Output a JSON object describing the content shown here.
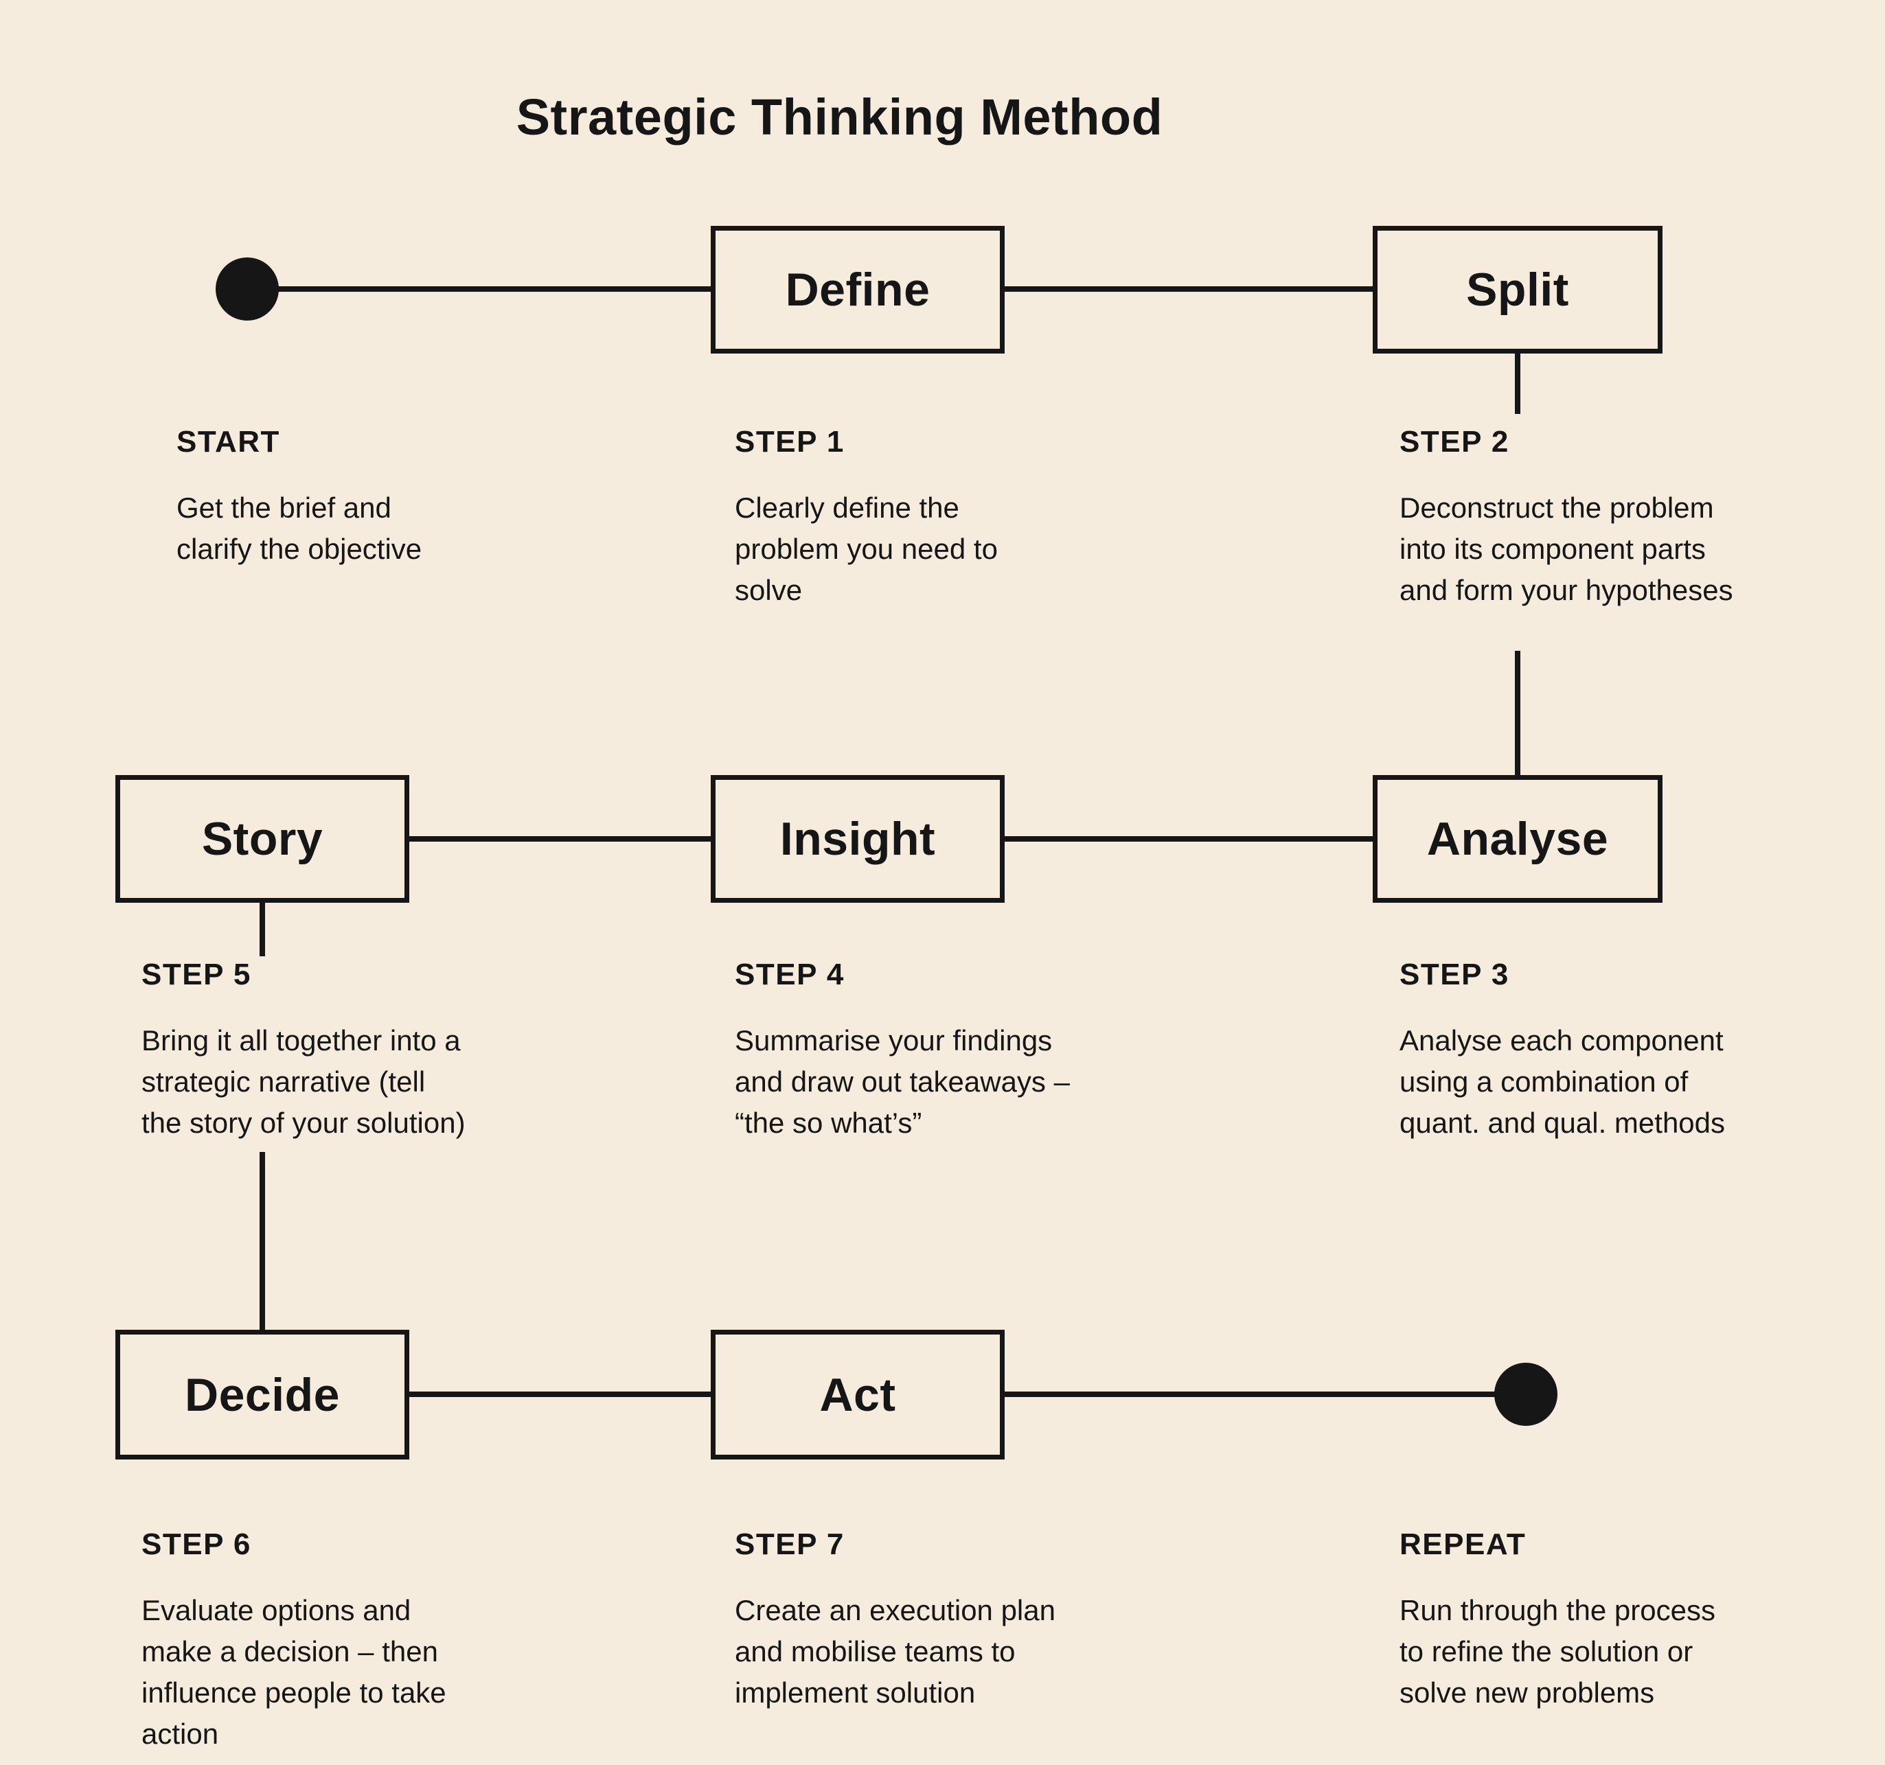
{
  "title": "Strategic Thinking Method",
  "colors": {
    "background": "#f6ecdd",
    "ink": "#161616"
  },
  "nodes": {
    "define": "Define",
    "split": "Split",
    "story": "Story",
    "insight": "Insight",
    "analyse": "Analyse",
    "decide": "Decide",
    "act": "Act"
  },
  "steps": {
    "start": {
      "heading": "START",
      "description": "Get the brief and\nclarify the objective"
    },
    "step1": {
      "heading": "STEP 1",
      "description": "Clearly define the\nproblem you need to\nsolve"
    },
    "step2": {
      "heading": "STEP 2",
      "description": "Deconstruct the problem\ninto its component parts\nand form your hypotheses"
    },
    "step3": {
      "heading": "STEP 3",
      "description": "Analyse each component\nusing a combination of\nquant. and qual. methods"
    },
    "step4": {
      "heading": "STEP 4",
      "description": "Summarise your findings\nand draw out takeaways –\n“the so what’s”"
    },
    "step5": {
      "heading": "STEP 5",
      "description": "Bring it all together into a\nstrategic narrative (tell\nthe story of your solution)"
    },
    "step6": {
      "heading": "STEP 6",
      "description": "Evaluate options and\nmake a decision – then\ninfluence people to take\naction"
    },
    "step7": {
      "heading": "STEP 7",
      "description": "Create an execution plan\nand mobilise teams to\nimplement solution"
    },
    "repeat": {
      "heading": "REPEAT",
      "description": "Run through the process\nto refine the solution or\nsolve new problems"
    }
  }
}
